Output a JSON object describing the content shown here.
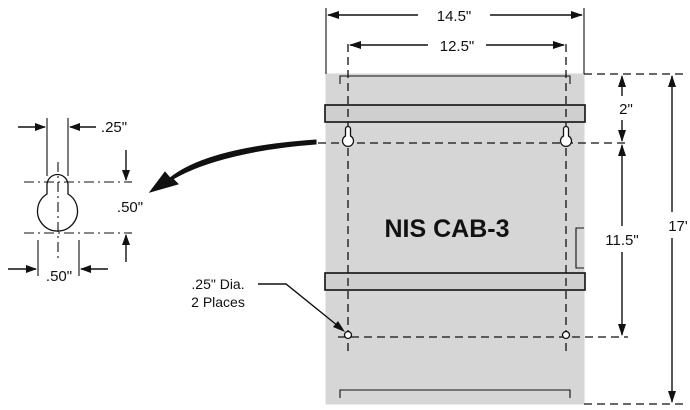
{
  "cabinet": {
    "title": "NIS CAB-3",
    "panel_color": "#d6d6d6"
  },
  "dimensions": {
    "overall_width": "14.5\"",
    "hole_spacing_width": "12.5\"",
    "top_offset": "2\"",
    "hole_spacing_height": "11.5\"",
    "overall_height": "17'"
  },
  "keyhole_detail": {
    "slot_width": ".25\"",
    "slot_length": ".50\"",
    "head_diameter": ".50\""
  },
  "hole_note": {
    "line1": ".25\" Dia.",
    "line2": "2 Places"
  }
}
